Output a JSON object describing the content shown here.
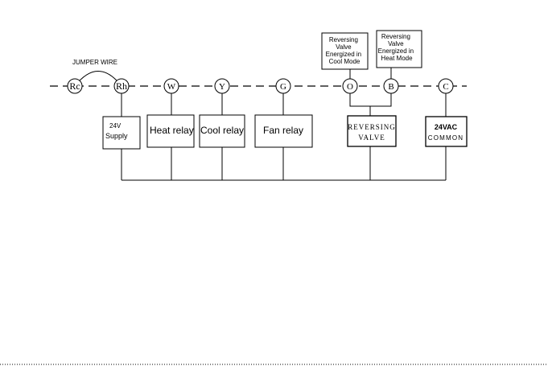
{
  "jumper_label": "JUMPER WIRE",
  "terminals": {
    "rc": "Rc",
    "rh": "Rh",
    "w": "W",
    "y": "Y",
    "g": "G",
    "o": "O",
    "b": "B",
    "c": "C"
  },
  "notes": {
    "cool": [
      "Reversing",
      "Valve",
      "Energized in",
      "Cool Mode"
    ],
    "heat": [
      "Reversing",
      "Valve",
      "Energized in",
      "Heat  Mode"
    ]
  },
  "components": {
    "supply": [
      "24V",
      "Supply"
    ],
    "heat_relay": "Heat relay",
    "cool_relay": "Cool relay",
    "fan_relay": "Fan relay",
    "reversing_valve": [
      "REVERSING",
      "VALVE"
    ],
    "common": [
      "24VAC",
      "COMMON"
    ]
  }
}
